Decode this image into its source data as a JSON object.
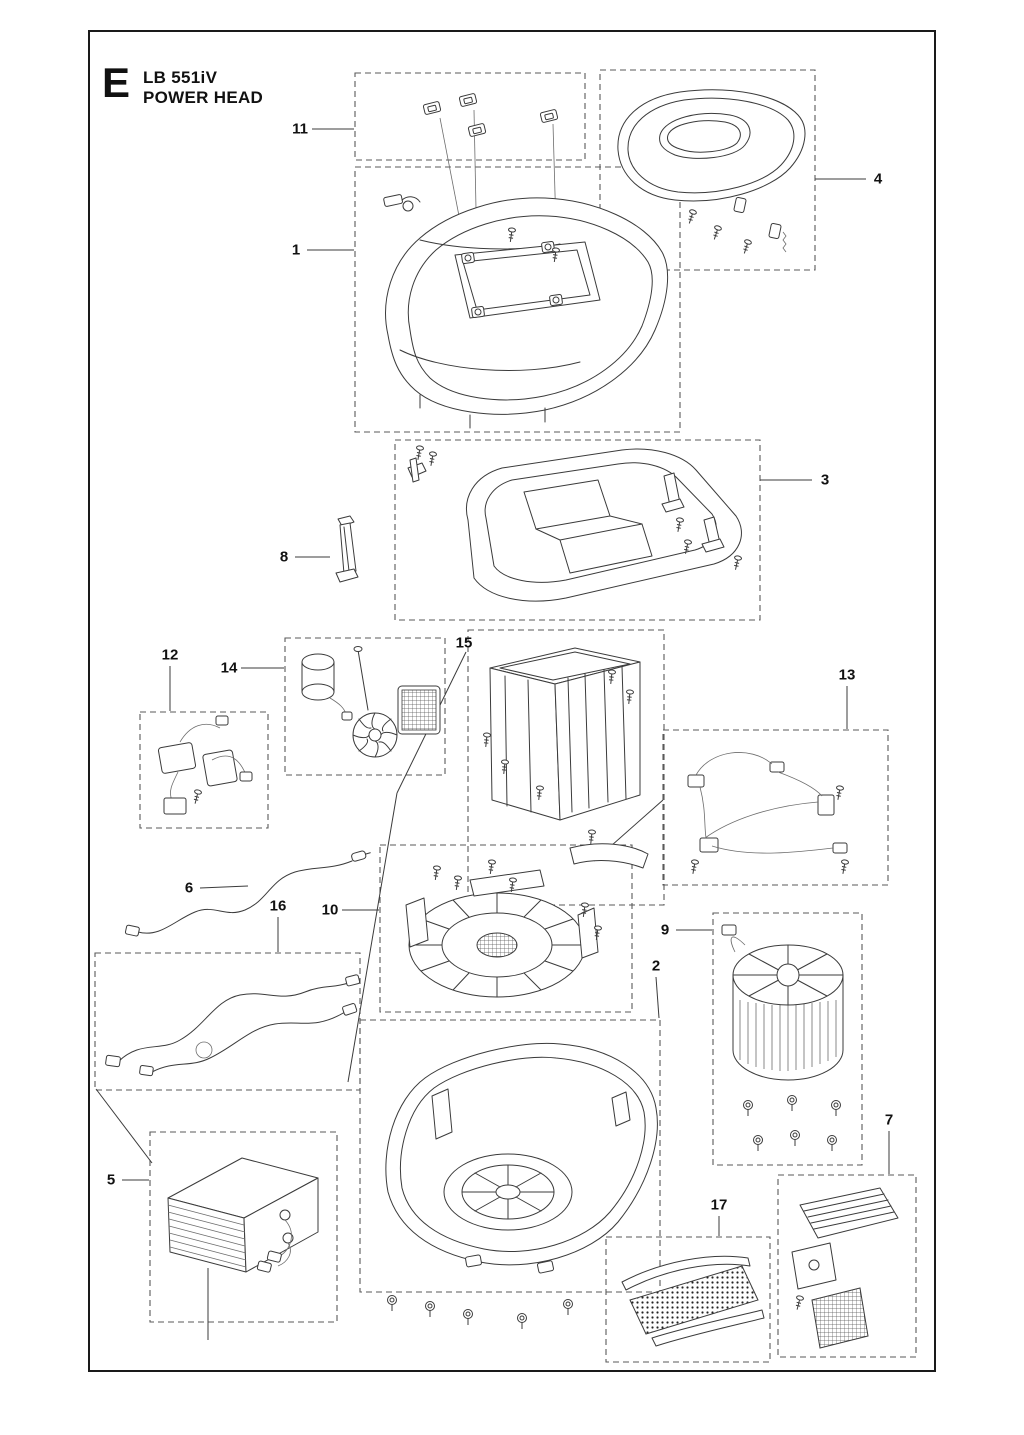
{
  "page": {
    "section_letter": "E",
    "model": "LB 551iV",
    "title": "POWER HEAD"
  },
  "callouts": {
    "c1": {
      "label": "1"
    },
    "c2": {
      "label": "2"
    },
    "c3": {
      "label": "3"
    },
    "c4": {
      "label": "4"
    },
    "c5": {
      "label": "5"
    },
    "c6": {
      "label": "6"
    },
    "c7": {
      "label": "7"
    },
    "c8": {
      "label": "8"
    },
    "c9": {
      "label": "9"
    },
    "c10": {
      "label": "10"
    },
    "c11": {
      "label": "11"
    },
    "c12": {
      "label": "12"
    },
    "c13": {
      "label": "13"
    },
    "c14": {
      "label": "14"
    },
    "c15": {
      "label": "15"
    },
    "c16": {
      "label": "16"
    },
    "c17": {
      "label": "17"
    }
  }
}
